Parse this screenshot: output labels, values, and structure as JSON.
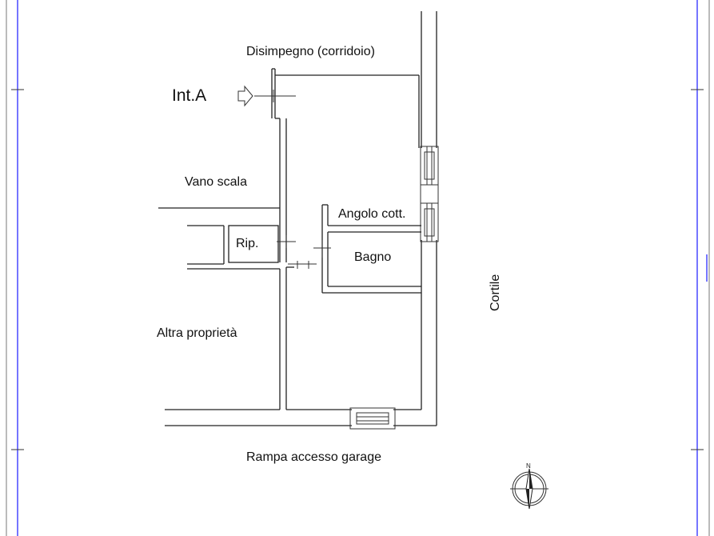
{
  "labels": {
    "corridor": "Disimpegno (corridoio)",
    "unit": "Int.A",
    "stairwell": "Vano scala",
    "kitchenette": "Angolo cott.",
    "storage": "Rip.",
    "bathroom": "Bagno",
    "other_property": "Altra proprietà",
    "courtyard": "Cortile",
    "ramp": "Rampa accesso garage",
    "compass_north": "N"
  },
  "colors": {
    "frame": "#1a1aff",
    "walls": "#222222"
  }
}
